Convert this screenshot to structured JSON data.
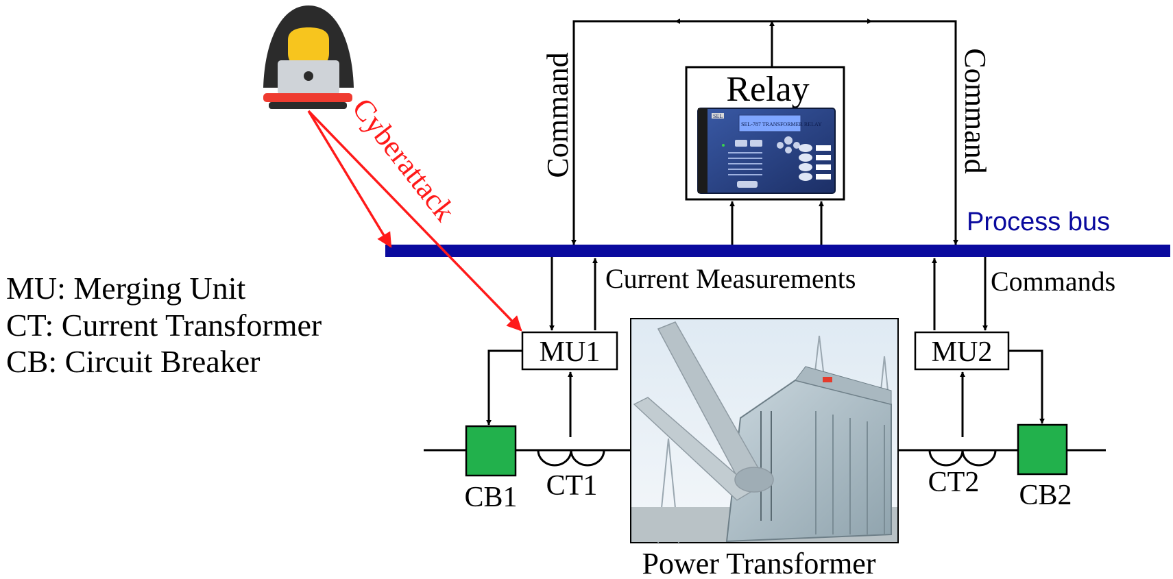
{
  "relay": {
    "label": "Relay",
    "panel_text": "SEL-787 TRANSFORMER RELAY",
    "brand": "SEL"
  },
  "process_bus": {
    "label": "Process bus"
  },
  "command_left": "Command",
  "command_right": "Command",
  "current_measurements": "Current Measurements",
  "commands": "Commands",
  "cyberattack": "Cyberattack",
  "legend": [
    "MU: Merging Unit",
    "CT: Current Transformer",
    "CB: Circuit Breaker"
  ],
  "mu1": "MU1",
  "mu2": "MU2",
  "ct1": "CT1",
  "ct2": "CT2",
  "cb1": "CB1",
  "cb2": "CB2",
  "power_transformer": "Power Transformer",
  "colors": {
    "bus": "#0a0a9e",
    "attack": "#ff1a1a",
    "breaker": "#22b14c",
    "line": "#000000",
    "hacker_face": "#f7c51e",
    "hacker_hood": "#2b2b2b",
    "laptop": "#cfd3d8",
    "laptop_base": "#ef3b30"
  }
}
